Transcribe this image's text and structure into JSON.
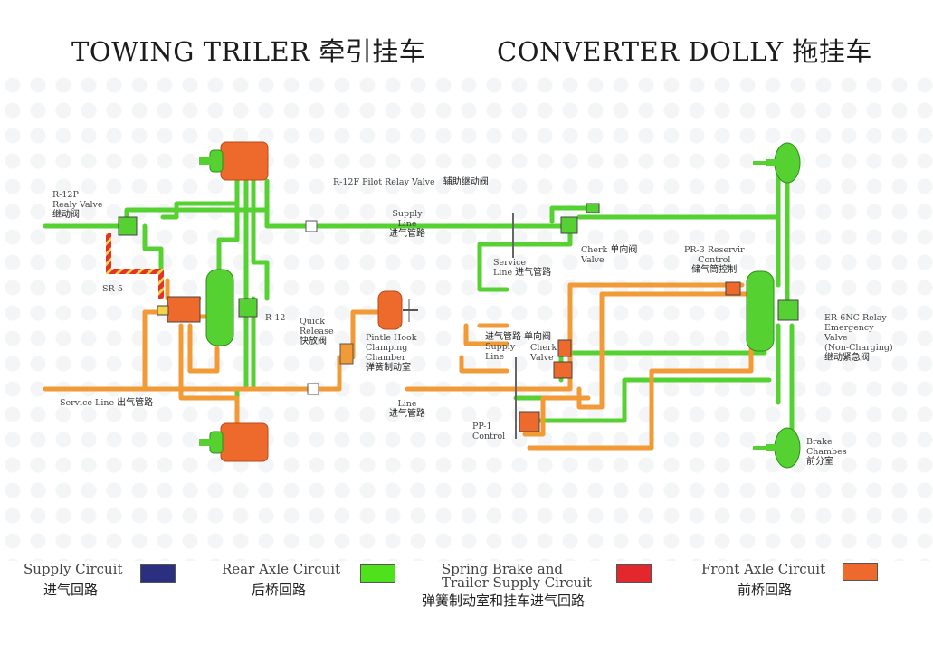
{
  "titles": {
    "left": "TOWING TRILER  牵引挂车",
    "right": "CONVERTER DOLLY  拖挂车"
  },
  "labels": {
    "r12p_en": "R-12P",
    "r12p_en2": "Realy Valve",
    "r12p_cn": "继动阀",
    "sr5": "SR-5",
    "r12": "R-12",
    "pilot_en": "R-12F Pilot Relay Valve",
    "pilot_cn": "辅助继动阀",
    "supply_line_top_en1": "Supply",
    "supply_line_top_en2": "Line",
    "supply_line_top_cn": "进气管路",
    "quick_release_en1": "Quick",
    "quick_release_en2": "Release",
    "quick_release_cn": "快放阀",
    "pintle_en1": "Pintle Hook",
    "pintle_en2": "Clamping",
    "pintle_en3": "Chamber",
    "pintle_cn": "弹簧制动室",
    "service_line_left_en": "Service Line",
    "service_line_left_cn": "出气管路",
    "line_bottom_en": "Line",
    "line_bottom_cn": "进气管路",
    "service_line_dolly_en1": "Service",
    "service_line_dolly_en2": "Line",
    "service_line_dolly_cn": "进气管路",
    "check_top_en1": "Cherk",
    "check_top_en2": "Valve",
    "check_top_cn": "单向阀",
    "supply_mid_cn1": "进气管路",
    "supply_mid_cn2": "单向阀",
    "supply_mid_en1": "Supply",
    "supply_mid_en2": "Line",
    "check_mid_en1": "Cherk",
    "check_mid_en2": "Valve",
    "pp1_en1": "PP-1",
    "pp1_en2": "Control",
    "pr3_en1": "PR-3 Reservir",
    "pr3_en2": "Control",
    "pr3_cn": "储气筒控制",
    "er6nc_en1": "ER-6NC Relay",
    "er6nc_en2": "Emergency",
    "er6nc_en3": "Valve",
    "er6nc_en4": "(Non-Charging)",
    "er6nc_cn": "继动紧急阀",
    "brake_en1": "Brake",
    "brake_en2": "Chambes",
    "brake_cn": "前分室"
  },
  "legend": [
    {
      "label": "Supply Circuit",
      "label2": "",
      "cn": "进气回路",
      "color": "#2a2f7f"
    },
    {
      "label": "Rear Axle Circuit",
      "label2": "",
      "cn": "后桥回路",
      "color": "#4ee11c"
    },
    {
      "label": "Spring Brake and",
      "label2": "Trailer Supply Circuit",
      "cn": "弹簧制动室和挂车进气回路",
      "color": "#e2282d"
    },
    {
      "label": "Front Axle Circuit",
      "label2": "",
      "cn": "前桥回路",
      "color": "#ee6a2c"
    }
  ],
  "colors": {
    "green": "#55d232",
    "orange": "#f29a36",
    "red": "#e2322c",
    "navy": "#2a2f7f"
  }
}
